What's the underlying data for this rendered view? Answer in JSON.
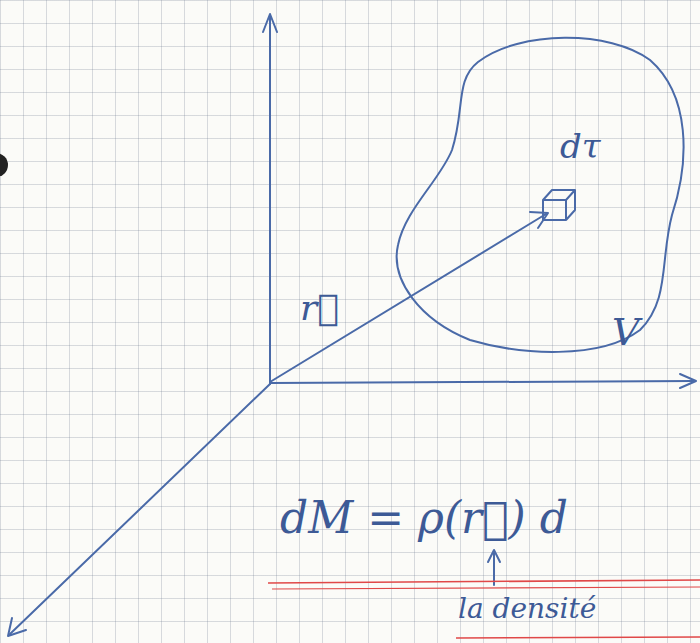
{
  "diagram": {
    "labels": [
      "dτ",
      "r⃗",
      "V",
      "dM = ρ(r⃗) d",
      "la densité"
    ]
  }
}
